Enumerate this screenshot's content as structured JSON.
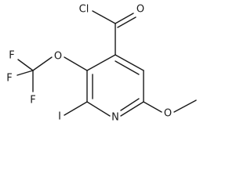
{
  "molecule": {
    "atoms": {
      "cl": "Cl",
      "o_carbonyl": "O",
      "o_ether": "O",
      "f_top": "F",
      "f_left": "F",
      "f_bottom": "F",
      "i": "I",
      "n": "N",
      "o_methoxy": "O"
    }
  }
}
